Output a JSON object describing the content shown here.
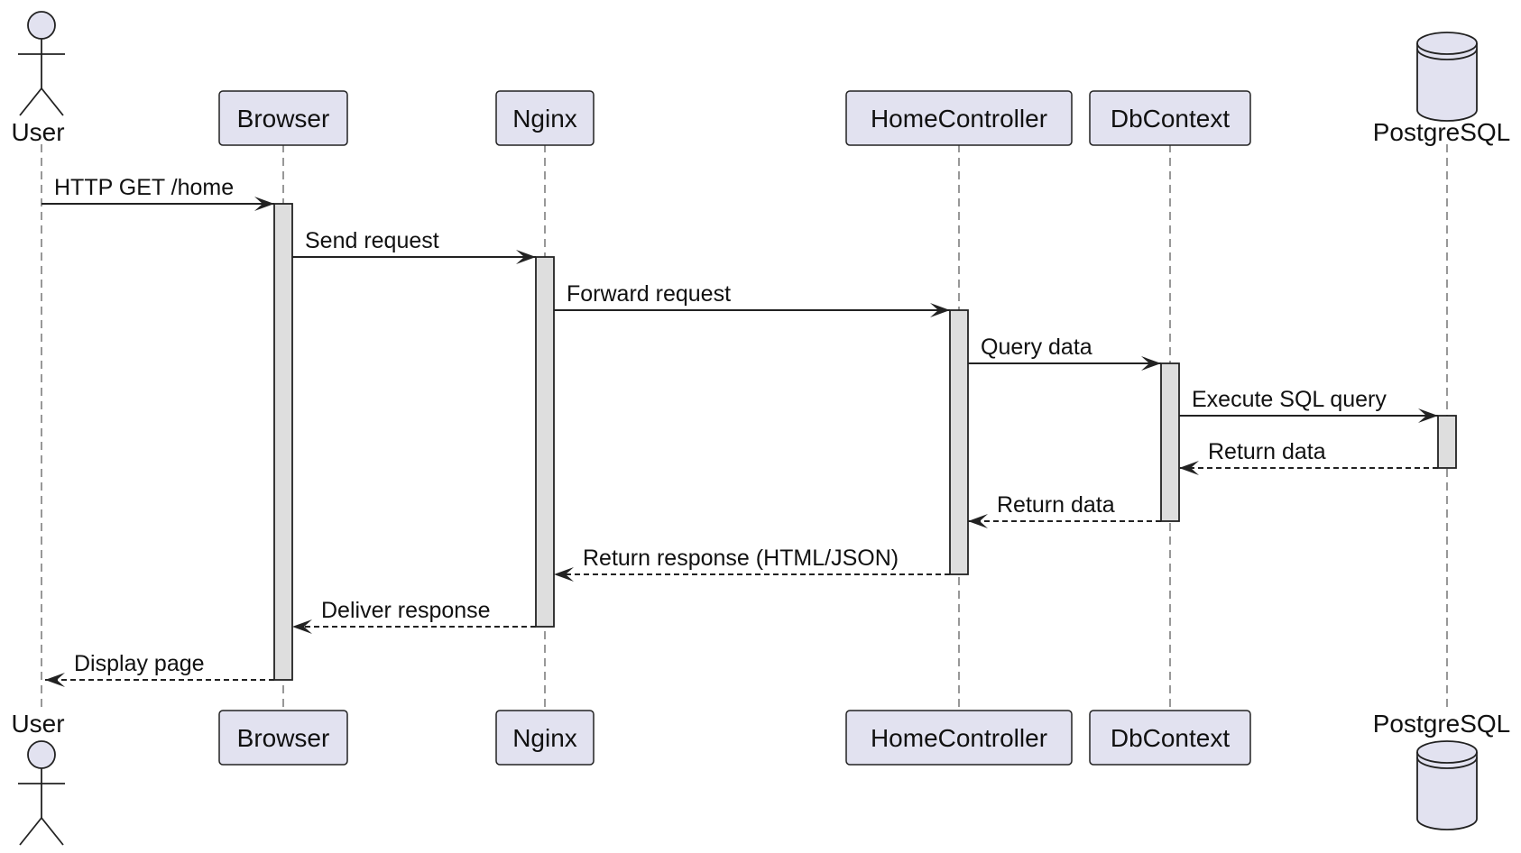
{
  "participants": [
    {
      "id": "user",
      "label": "User",
      "kind": "actor"
    },
    {
      "id": "browser",
      "label": "Browser",
      "kind": "participant"
    },
    {
      "id": "nginx",
      "label": "Nginx",
      "kind": "participant"
    },
    {
      "id": "homecontroller",
      "label": "HomeController",
      "kind": "participant"
    },
    {
      "id": "dbcontext",
      "label": "DbContext",
      "kind": "participant"
    },
    {
      "id": "postgresql",
      "label": "PostgreSQL",
      "kind": "database"
    }
  ],
  "messages": [
    {
      "from": "user",
      "to": "browser",
      "label": "HTTP GET /home",
      "style": "solid"
    },
    {
      "from": "browser",
      "to": "nginx",
      "label": "Send request",
      "style": "solid"
    },
    {
      "from": "nginx",
      "to": "homecontroller",
      "label": "Forward request",
      "style": "solid"
    },
    {
      "from": "homecontroller",
      "to": "dbcontext",
      "label": "Query data",
      "style": "solid"
    },
    {
      "from": "dbcontext",
      "to": "postgresql",
      "label": "Execute SQL query",
      "style": "solid"
    },
    {
      "from": "postgresql",
      "to": "dbcontext",
      "label": "Return data",
      "style": "dashed"
    },
    {
      "from": "dbcontext",
      "to": "homecontroller",
      "label": "Return data",
      "style": "dashed"
    },
    {
      "from": "homecontroller",
      "to": "nginx",
      "label": "Return response (HTML/JSON)",
      "style": "dashed"
    },
    {
      "from": "nginx",
      "to": "browser",
      "label": "Deliver response",
      "style": "dashed"
    },
    {
      "from": "browser",
      "to": "user",
      "label": "Display page",
      "style": "dashed"
    }
  ],
  "colors": {
    "participant_fill": "#e2e2f0",
    "activation_fill": "#dedede",
    "line": "#222222",
    "lifeline": "#777777"
  }
}
